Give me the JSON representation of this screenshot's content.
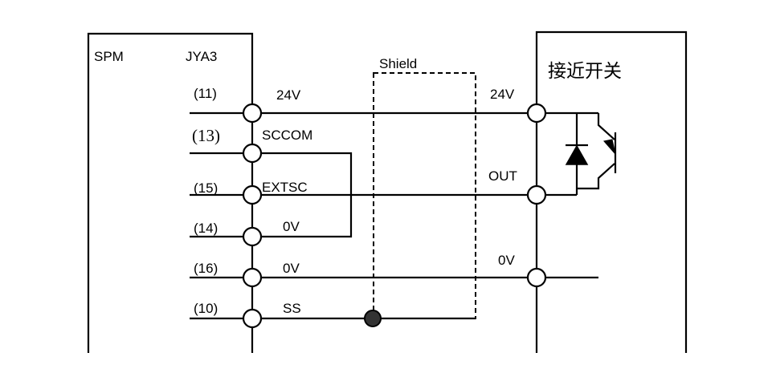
{
  "left_box": {
    "label_spm": "SPM",
    "label_connector": "JYA3"
  },
  "right_box": {
    "label": "接近开关",
    "terminal_24v": "24V",
    "terminal_out": "OUT",
    "terminal_0v": "0V"
  },
  "shield": {
    "label": "Shield"
  },
  "pins": [
    {
      "number": "(11)",
      "signal": "24V"
    },
    {
      "number": "(13)",
      "signal": "SCCOM"
    },
    {
      "number": "(15)",
      "signal": "EXTSC"
    },
    {
      "number": "(14)",
      "signal": "0V"
    },
    {
      "number": "(16)",
      "signal": "0V"
    },
    {
      "number": "(10)",
      "signal": "SS"
    }
  ],
  "colors": {
    "line": "#000000",
    "background": "#ffffff",
    "shield_ground_dot": "#333333"
  }
}
